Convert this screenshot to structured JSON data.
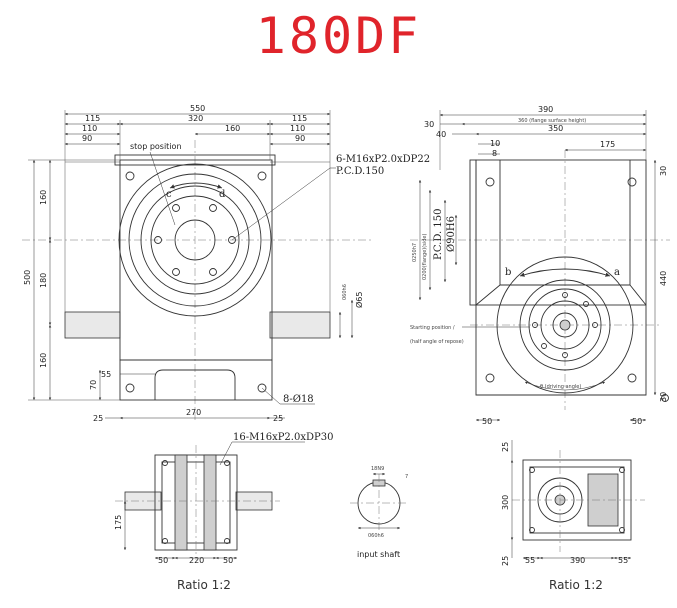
{
  "title": "180DF",
  "front_view": {
    "dims_top": {
      "total": "550",
      "flange": "320",
      "left_115": "115",
      "right_115": "115",
      "left_110": "110",
      "right_110": "110",
      "left_90": "90",
      "right_90": "90",
      "inner_160": "160"
    },
    "dims_left": {
      "total": "500",
      "upper_160": "160",
      "mid_180": "180",
      "lower_160": "160",
      "base_70": "70"
    },
    "dims_bottom": {
      "d_25_left": "25",
      "d_270": "270",
      "d_25_right": "25",
      "d_55": "55"
    },
    "shaft_fit": "060h6",
    "shaft_dia": "Ø65",
    "stop_position": "stop position",
    "rot_c": "c",
    "rot_d": "d",
    "tap_spec": "6-M16xP2.0xDP22",
    "pcd": "P.C.D.150",
    "mount_holes": "8-Ø18"
  },
  "side_view": {
    "dims_top": {
      "total": "390",
      "flange_note": "360 (flange surface height)",
      "d_30": "30",
      "d_40": "40",
      "d_350": "350",
      "d_10": "10",
      "d_8": "8",
      "d_175": "175"
    },
    "dims_right": {
      "d_30_top": "30",
      "d_440": "440",
      "d_30_bottom": "30"
    },
    "dims_left": {
      "d_250": "0250h7",
      "flange_sub": "0200(flange)(side)",
      "pcd": "P.C.D. 150",
      "bore": "Ø90H6"
    },
    "dims_bottom": {
      "d_50_left": "50",
      "d_50_right": "50"
    },
    "rot_a": "a",
    "rot_b": "b",
    "start_pos": "Starting position /",
    "half_angle": "(half angle of repose)",
    "drive_angle": "θ (driving angle)"
  },
  "bottom_left": {
    "tap_spec": "16-M16xP2.0xDP30",
    "d_175": "175",
    "d_50_left": "50",
    "d_220": "220",
    "d_50_right": "50",
    "ratio": "Ratio 1:2"
  },
  "shaft": {
    "key": "18N9",
    "depth": "7",
    "dia": "060h6",
    "label": "input shaft"
  },
  "bottom_right": {
    "d_25_top": "25",
    "d_300": "300",
    "d_25_bottom": "25",
    "d_55_left": "55",
    "d_390": "390",
    "d_55_right": "55",
    "ratio": "Ratio 1:2"
  }
}
